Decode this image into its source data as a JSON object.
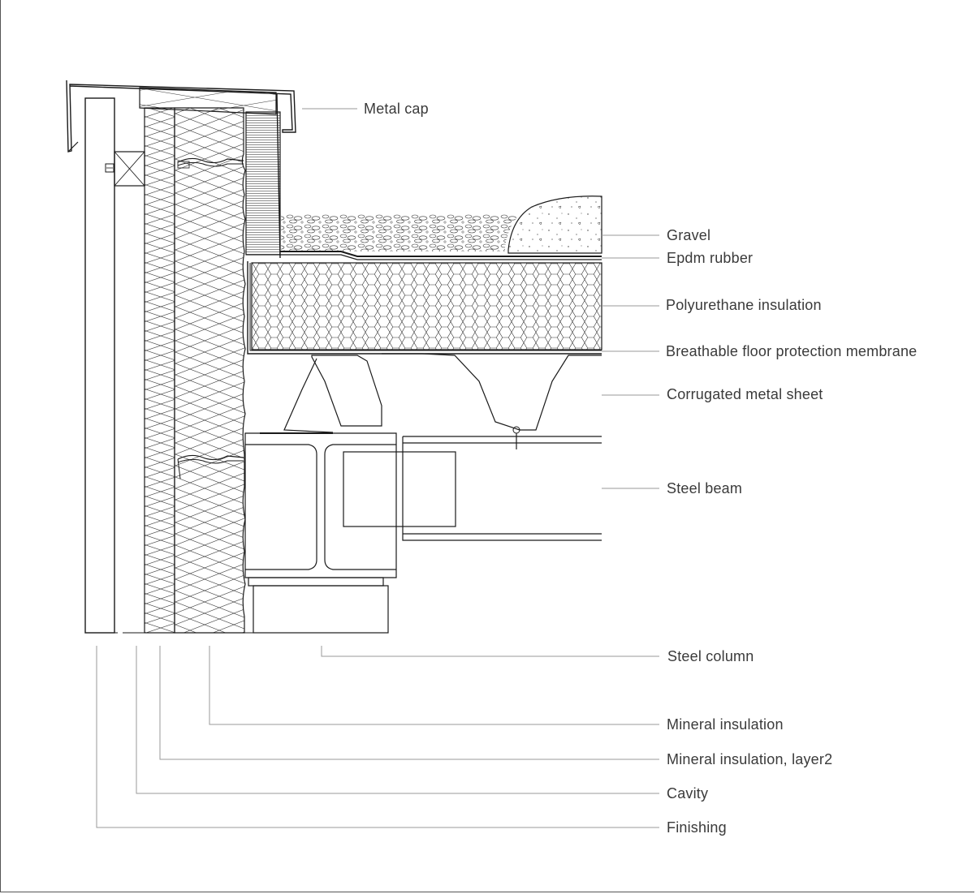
{
  "labels": {
    "metal_cap": "Metal cap",
    "gravel": "Gravel",
    "epdm": "Epdm rubber",
    "polyurethane": "Polyurethane insulation",
    "membrane": "Breathable floor protection membrane",
    "corrugated": "Corrugated metal sheet",
    "steel_beam": "Steel beam",
    "steel_column": "Steel column",
    "mineral_insulation": "Mineral insulation",
    "mineral_insulation_2": "Mineral insulation, layer2",
    "cavity": "Cavity",
    "finishing": "Finishing"
  },
  "colors": {
    "line": "#1a1a1a",
    "leader": "#9a9a9a",
    "text": "#3a3a3a",
    "background": "#ffffff"
  }
}
